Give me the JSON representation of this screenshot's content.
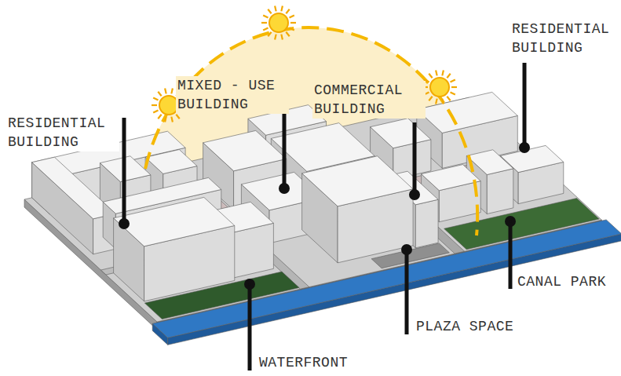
{
  "diagram": {
    "labels": [
      "RESIDENTIAL BUILDING",
      "MIXED - USE BUILDING",
      "COMMERCIAL BUILDING",
      "RESIDENTIAL BUILDING",
      "CANAL PARK",
      "PLAZA SPACE",
      "WATERFRONT"
    ]
  }
}
